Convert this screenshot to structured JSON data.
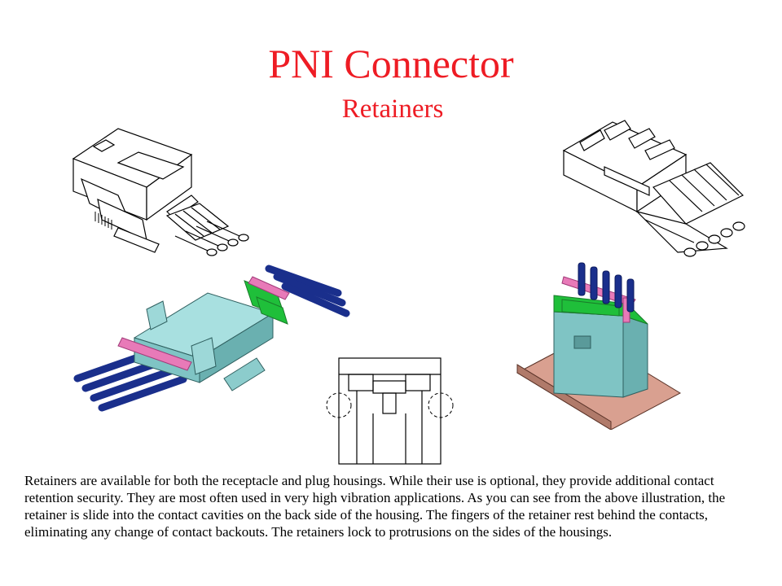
{
  "slide": {
    "title": "PNI Connector",
    "subtitle": "Retainers",
    "body_text": "Retainers are available for both the receptacle and plug housings.  While their use is optional, they provide additional contact retention security.  They are most often used in very high vibration applications.  As you can see from the above illustration, the retainer is slide into the contact cavities on the back side of the housing.  The fingers of the retainer rest behind the contacts, eliminating any change of contact backouts.  The retainers lock to protrusions on the sides of the housings."
  },
  "colors": {
    "title": "#ee1c24",
    "housing": "#7fc4c4",
    "retainer": "#e87ab8",
    "contact_block": "#1fbf3a",
    "wires": "#1a2f8c",
    "base_plate": "#c48a78"
  },
  "figures": {
    "receptacle_line_drawing": "receptacle-line-drawing",
    "plug_line_drawing": "plug-line-drawing",
    "shaded_assembly_left": "shaded-assembly-horizontal",
    "section_view": "section-view-drawing",
    "shaded_assembly_right": "shaded-assembly-vertical"
  }
}
